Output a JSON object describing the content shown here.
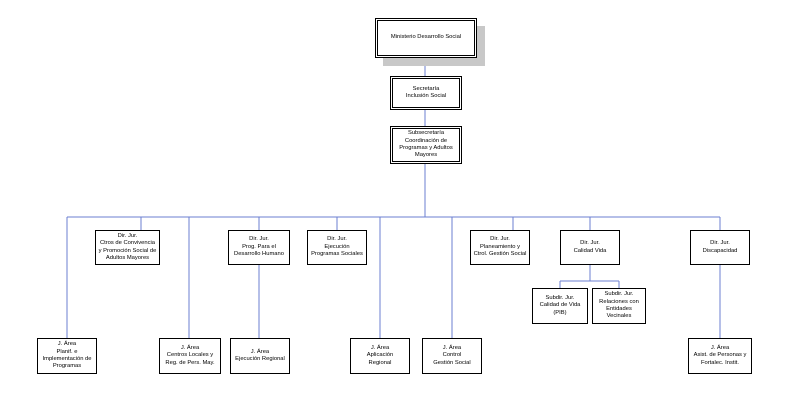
{
  "nodes": {
    "ministerio": "Ministerio Desarrollo Social",
    "secretaria": "Secretaría\nInclusión Social",
    "subsecretaria": "Subsecretaría\nCoordinación de\nProgramas y Adultos\nMayores",
    "dir_ctros": "Dir. Jur.\nCtros de Convivencia\ny Promoción Social de\nAdultos Mayores",
    "dir_prog": "Dir. Jur.\nProg. Para el\nDesarrollo Humano",
    "dir_ejec": "Dir. Jur.\nEjecución\nProgramas Sociales",
    "dir_plan": "Dir. Jur.\nPlaneamiento y\nCtrol. Gestión Social",
    "dir_calidad": "Dir. Jur.\nCalidad Vida",
    "dir_disc": "Dir. Jur.\nDiscapacidad",
    "subdir_calidad": "Subdir. Jur.\nCalidad de Vida\n(PIB)",
    "subdir_relaciones": "Subdir. Jur.\nRelaciones con\nEntidades\nVecinales",
    "area_planif": "J. Área\nPlanif. e\nImplementación de\nProgramas",
    "area_centros": "J. Área\nCentros Locales y\nReg. de Pers. May.",
    "area_ejec_regional": "J. Área\nEjecución Regional",
    "area_aplicacion": "J. Área\nAplicación\nRegional",
    "area_control": "J. Área\nControl\nGestión Social",
    "area_asist": "J. Área\nAsist. de Personas y\nFortalec. Instit."
  }
}
